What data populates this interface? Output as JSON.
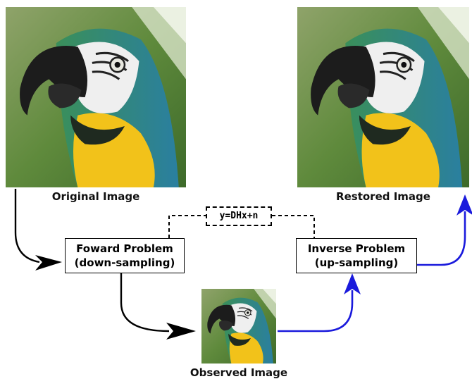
{
  "images": {
    "original": {
      "caption": "Original Image"
    },
    "restored": {
      "caption": "Restored Image"
    },
    "observed": {
      "caption": "Observed Image"
    }
  },
  "forward_problem": {
    "line1": "Foward Problem",
    "line2": "(down-sampling)"
  },
  "inverse_problem": {
    "line1": "Inverse Problem",
    "line2": "(up-sampling)"
  },
  "equation": "y=DHx+n",
  "colors": {
    "forward_arrow": "#000000",
    "inverse_arrow": "#1a1adc"
  }
}
